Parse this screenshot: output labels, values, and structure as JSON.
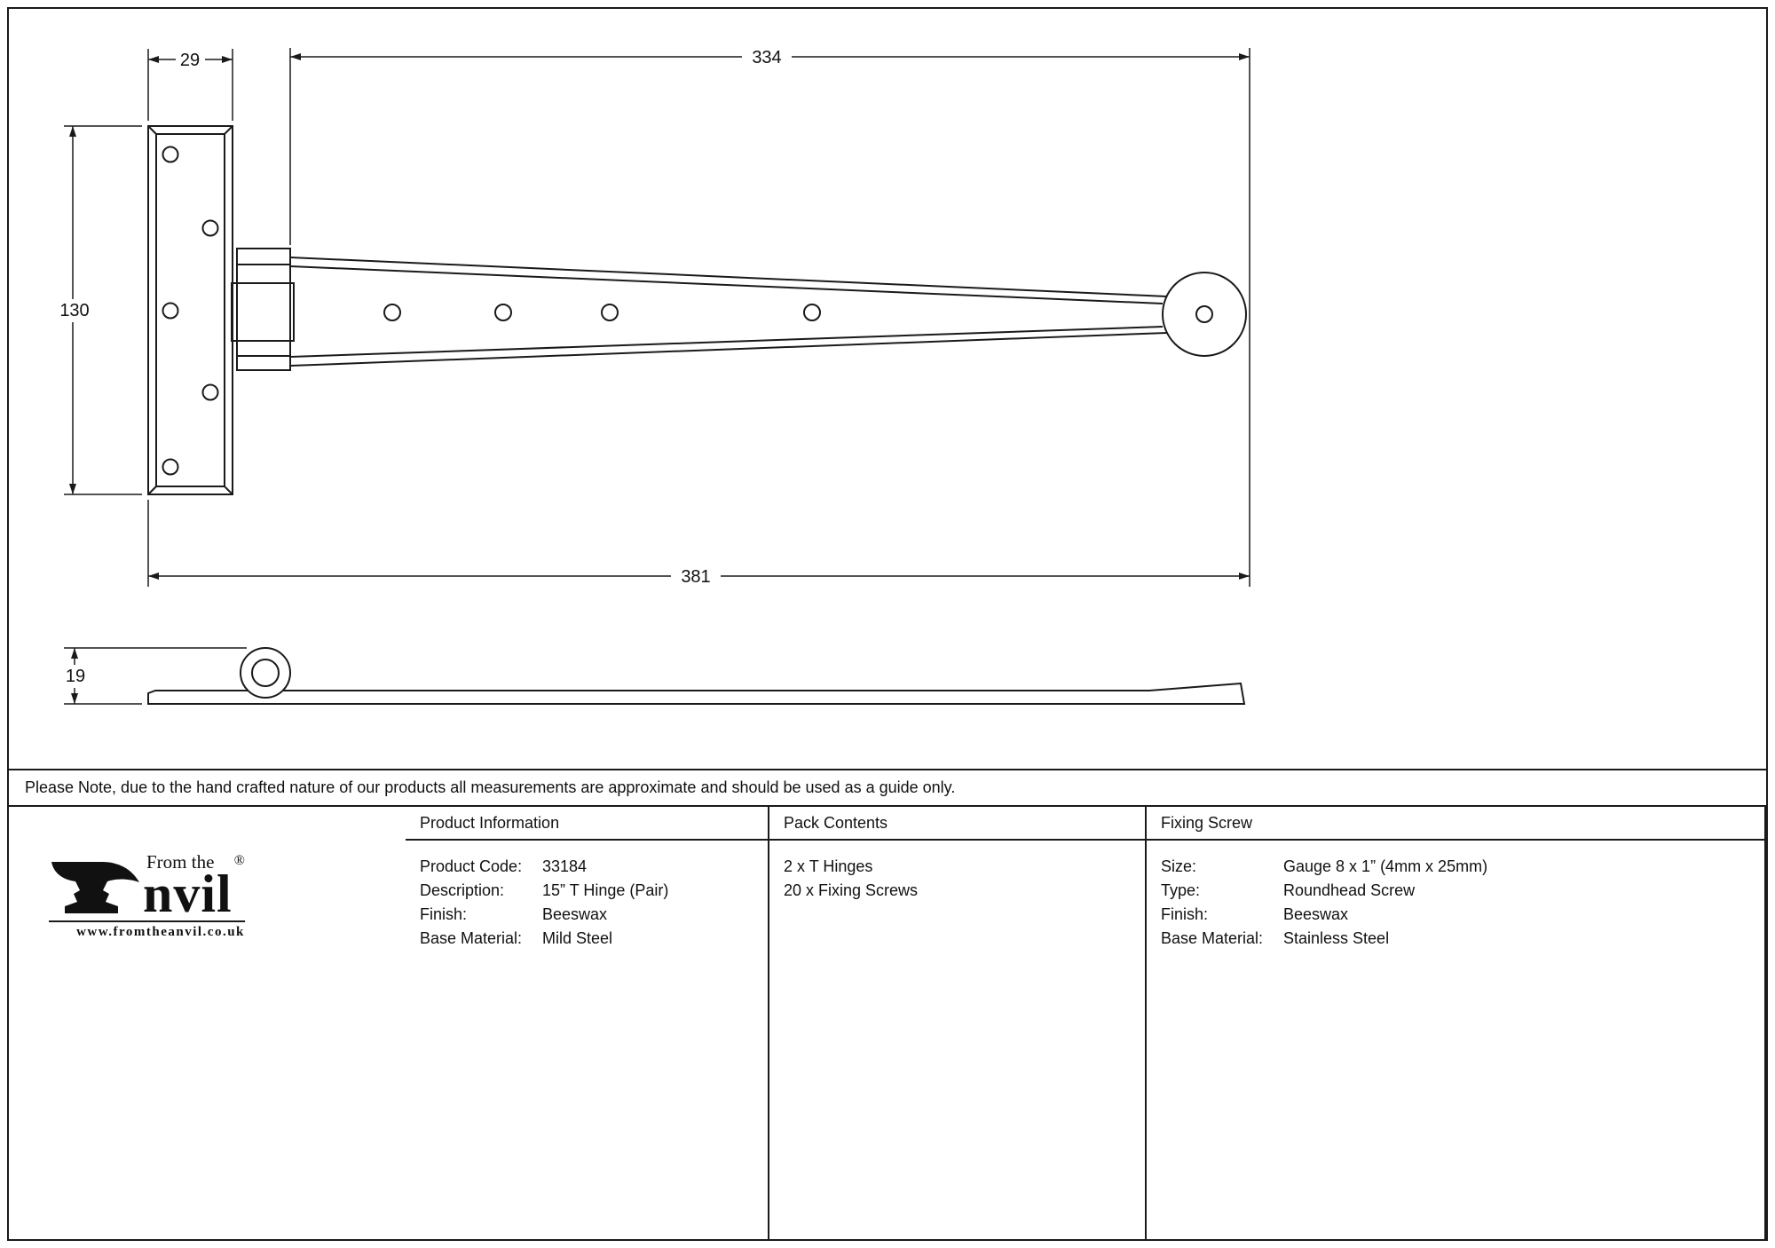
{
  "drawing": {
    "dims": {
      "plate_width": "29",
      "strap_length": "334",
      "plate_height": "130",
      "total_length": "381",
      "side_height": "19"
    }
  },
  "note": "Please Note, due to the hand crafted nature of our products all measurements are approximate and should be used as a guide only.",
  "table": {
    "product_info": {
      "header": "Product Information",
      "rows": [
        {
          "label": "Product Code:",
          "value": "33184"
        },
        {
          "label": "Description:",
          "value": "15” T Hinge (Pair)"
        },
        {
          "label": "Finish:",
          "value": "Beeswax"
        },
        {
          "label": "Base Material:",
          "value": "Mild Steel"
        }
      ]
    },
    "pack_contents": {
      "header": "Pack Contents",
      "items": [
        "2 x T Hinges",
        "20 x Fixing Screws"
      ]
    },
    "fixing_screw": {
      "header": "Fixing Screw",
      "rows": [
        {
          "label": "Size:",
          "value": "Gauge 8 x 1” (4mm x 25mm)"
        },
        {
          "label": "Type:",
          "value": "Roundhead Screw"
        },
        {
          "label": "Finish:",
          "value": "Beeswax"
        },
        {
          "label": "Base Material:",
          "value": "Stainless Steel"
        }
      ]
    }
  },
  "logo": {
    "prefix": "From the",
    "name": "nvil",
    "registered": "®",
    "website": "www.fromtheanvil.co.uk"
  }
}
